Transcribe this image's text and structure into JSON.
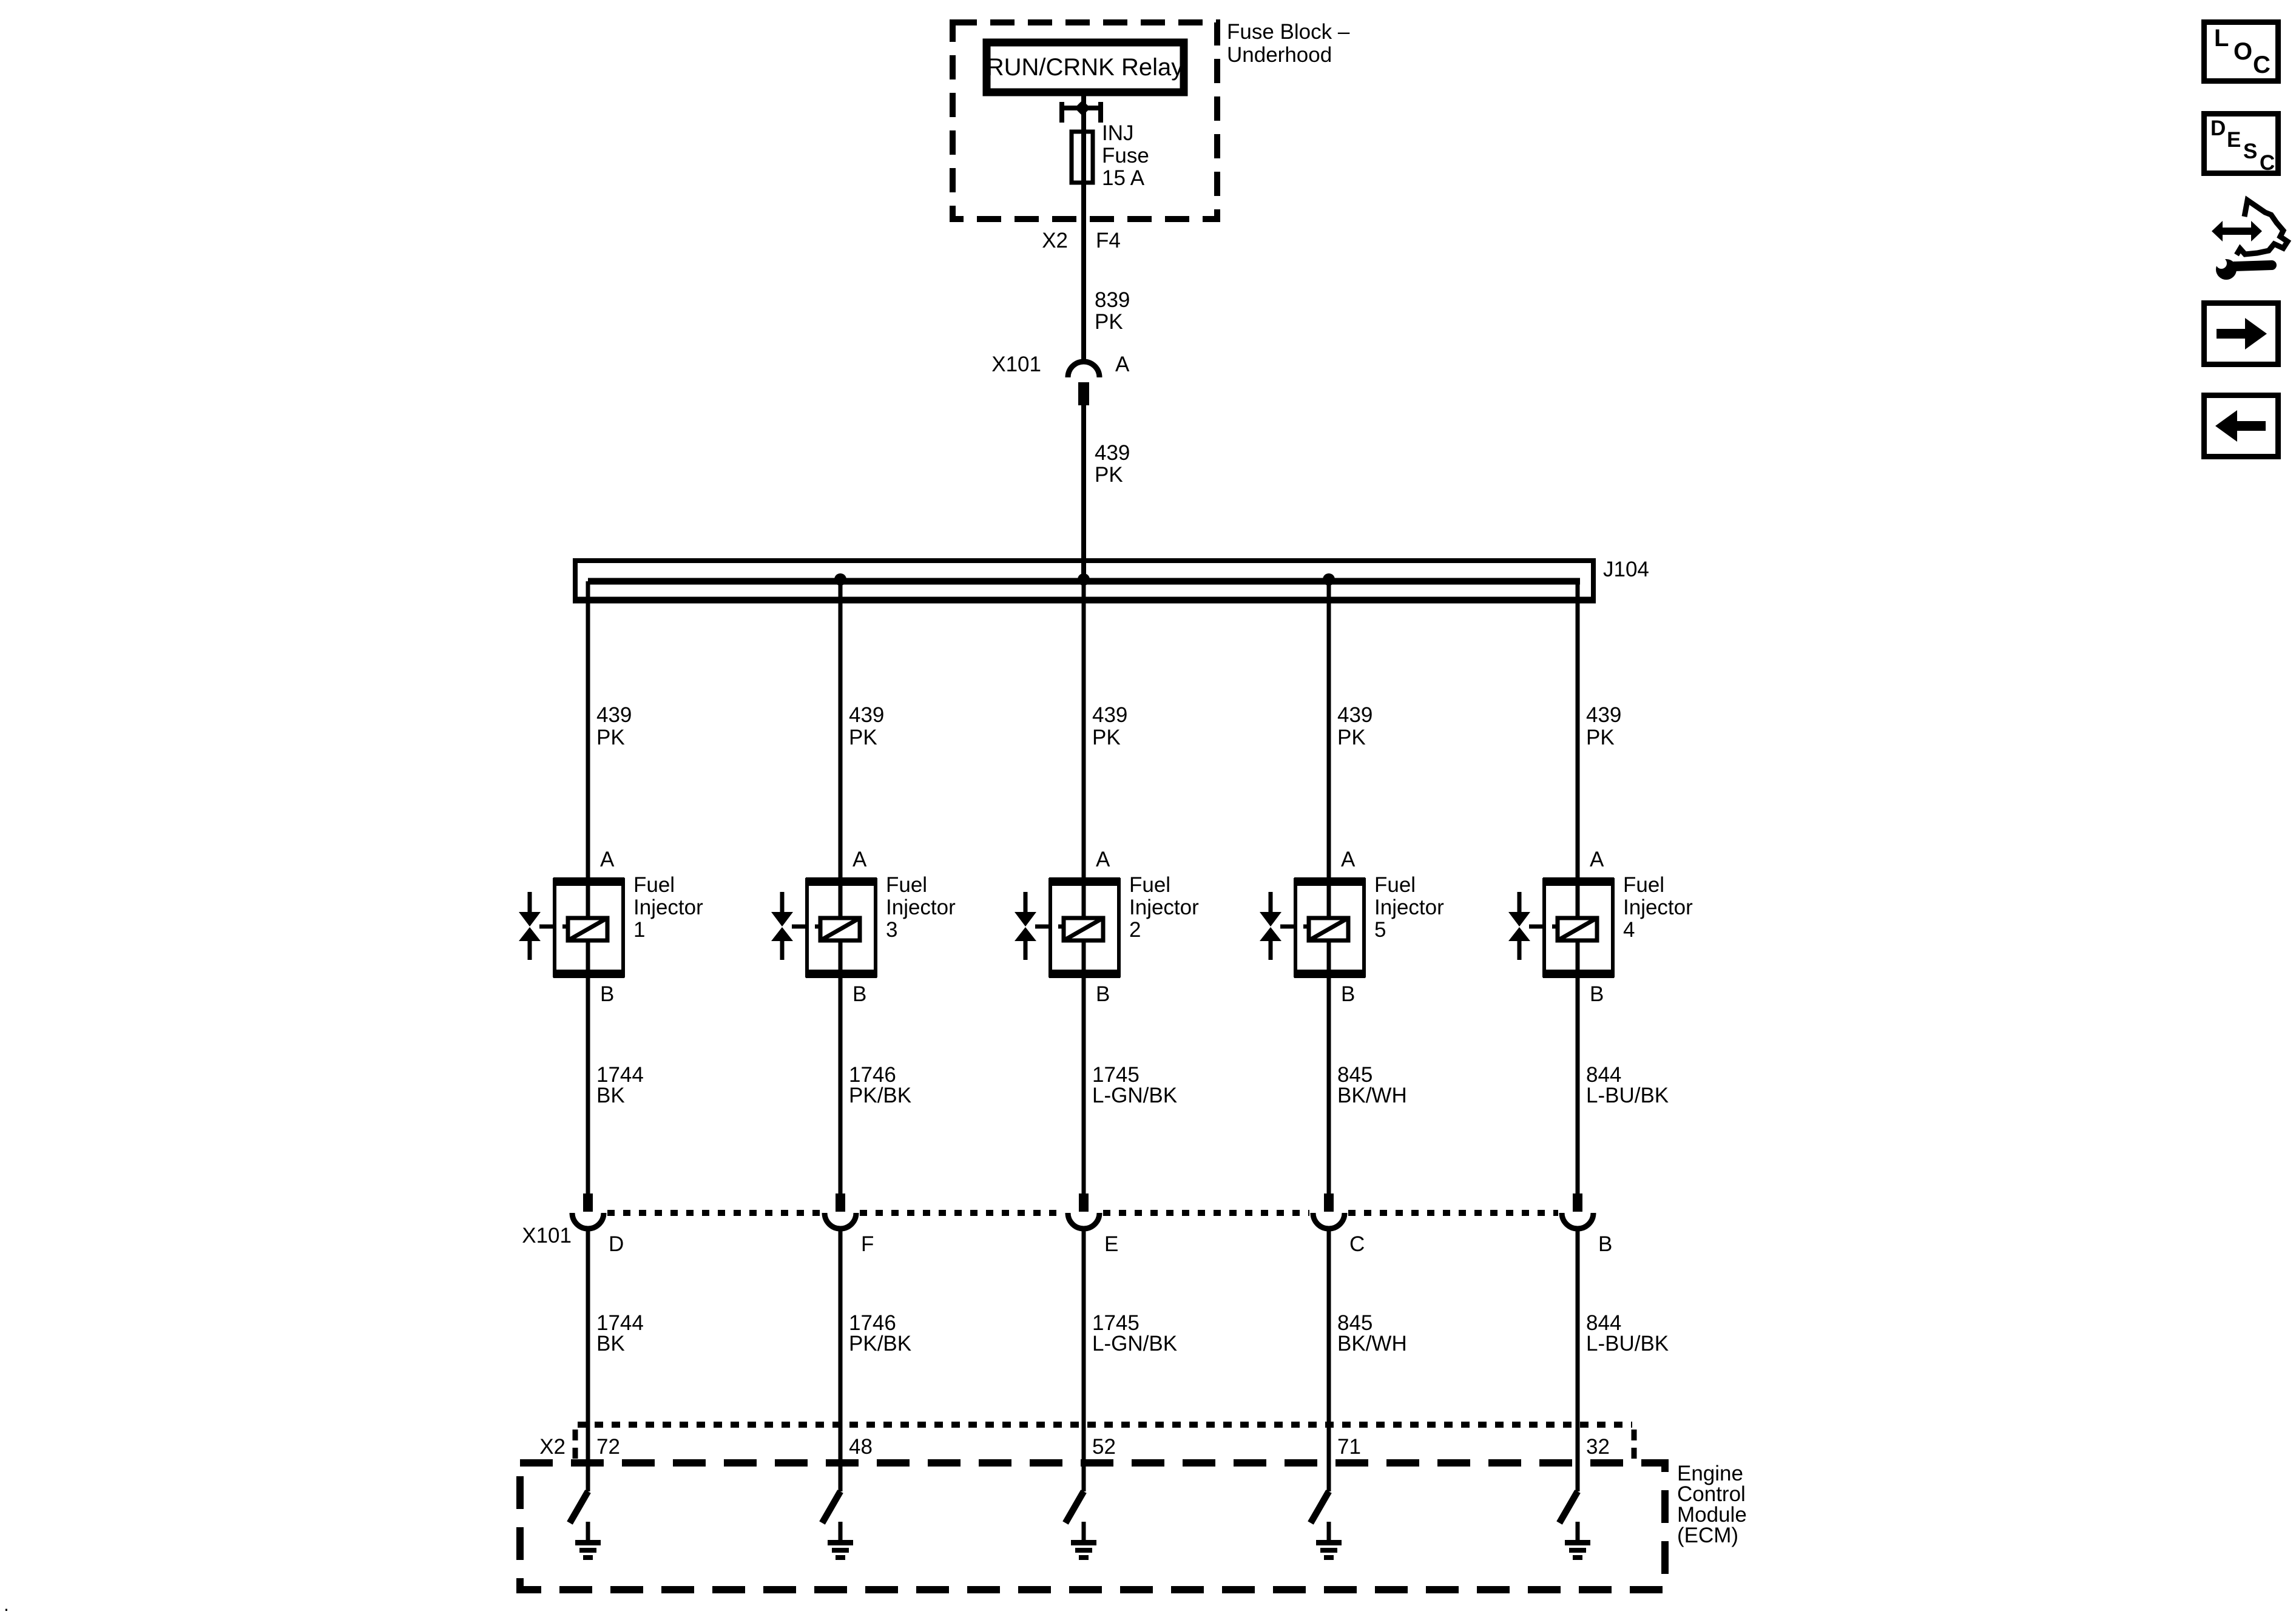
{
  "colors": {
    "ink": "#000000",
    "paper": "#ffffff"
  },
  "fuse_block": {
    "title": [
      "Fuse Block –",
      "Underhood"
    ],
    "relay_label": "RUN/CRNK Relay",
    "fuse_name": "INJ",
    "fuse_word": "Fuse",
    "fuse_rating": "15 A",
    "connector": "X2",
    "cavity": "F4"
  },
  "supply": {
    "wire_upper": {
      "circuit": "839",
      "color": "PK"
    },
    "inline_connector": {
      "name": "X101",
      "cavity": "A"
    },
    "wire_lower": {
      "circuit": "439",
      "color": "PK"
    },
    "splice_label": "J104"
  },
  "x101_row_label": "X101",
  "x2_row_label": "X2",
  "ecm": {
    "title": [
      "Engine",
      "Control",
      "Module",
      "(ECM)"
    ]
  },
  "columns": [
    {
      "branch": {
        "circuit": "439",
        "color": "PK"
      },
      "pin_top": "A",
      "pin_bottom": "B",
      "injector": [
        "Fuel",
        "Injector",
        "1"
      ],
      "wire_upper": {
        "circuit": "1744",
        "color": "BK"
      },
      "x101_cavity": "D",
      "wire_lower": {
        "circuit": "1744",
        "color": "BK"
      },
      "x2_cavity": "72"
    },
    {
      "branch": {
        "circuit": "439",
        "color": "PK"
      },
      "pin_top": "A",
      "pin_bottom": "B",
      "injector": [
        "Fuel",
        "Injector",
        "3"
      ],
      "wire_upper": {
        "circuit": "1746",
        "color": "PK/BK"
      },
      "x101_cavity": "F",
      "wire_lower": {
        "circuit": "1746",
        "color": "PK/BK"
      },
      "x2_cavity": "48"
    },
    {
      "branch": {
        "circuit": "439",
        "color": "PK"
      },
      "pin_top": "A",
      "pin_bottom": "B",
      "injector": [
        "Fuel",
        "Injector",
        "2"
      ],
      "wire_upper": {
        "circuit": "1745",
        "color": "L-GN/BK"
      },
      "x101_cavity": "E",
      "wire_lower": {
        "circuit": "1745",
        "color": "L-GN/BK"
      },
      "x2_cavity": "52"
    },
    {
      "branch": {
        "circuit": "439",
        "color": "PK"
      },
      "pin_top": "A",
      "pin_bottom": "B",
      "injector": [
        "Fuel",
        "Injector",
        "5"
      ],
      "wire_upper": {
        "circuit": "845",
        "color": "BK/WH"
      },
      "x101_cavity": "C",
      "wire_lower": {
        "circuit": "845",
        "color": "BK/WH"
      },
      "x2_cavity": "71"
    },
    {
      "branch": {
        "circuit": "439",
        "color": "PK"
      },
      "pin_top": "A",
      "pin_bottom": "B",
      "injector": [
        "Fuel",
        "Injector",
        "4"
      ],
      "wire_upper": {
        "circuit": "844",
        "color": "L-BU/BK"
      },
      "x101_cavity": "B",
      "wire_lower": {
        "circuit": "844",
        "color": "L-BU/BK"
      },
      "x2_cavity": "32"
    }
  ],
  "sidebar": {
    "loc_letters": [
      "L",
      "O",
      "C"
    ],
    "desc_letters": [
      "D",
      "E",
      "S",
      "C"
    ],
    "icons": [
      "loc-button",
      "desc-button",
      "tools-icon",
      "arrow-right-icon",
      "arrow-left-icon"
    ]
  },
  "footnote": "."
}
